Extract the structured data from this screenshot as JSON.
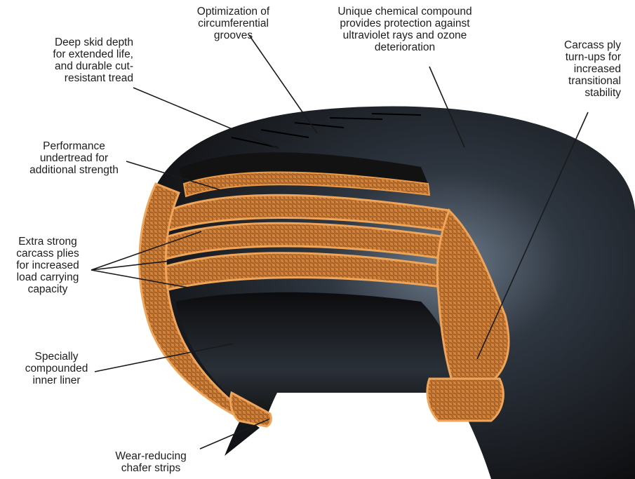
{
  "labels": {
    "grooves": [
      "Optimization of",
      "circumferential",
      "grooves"
    ],
    "compound": [
      "Unique chemical compound",
      "provides protection against",
      "ultraviolet rays and ozone",
      "deterioration"
    ],
    "skid_depth": [
      "Deep skid depth",
      "for extended life,",
      "and durable cut-",
      "resistant tread"
    ],
    "carcass_turnups": [
      "Carcass ply",
      "turn-ups for",
      "increased",
      "transitional",
      "stability"
    ],
    "undertread": [
      "Performance",
      "undertread for",
      "additional strength"
    ],
    "carcass_plies": [
      "Extra strong",
      "carcass plies",
      "for increased",
      "load carrying",
      "capacity"
    ],
    "inner_liner": [
      "Specially",
      "compounded",
      "inner liner"
    ],
    "chafer": [
      "Wear-reducing",
      "chafer strips"
    ]
  },
  "colors": {
    "tire_rubber": "#141414",
    "tire_highlight": "#5a6a7c",
    "ply_cord": "#d98a3a",
    "ply_dark": "#a25a1e",
    "leader_line": "#1a1a1a",
    "text": "#1d1d1d"
  }
}
